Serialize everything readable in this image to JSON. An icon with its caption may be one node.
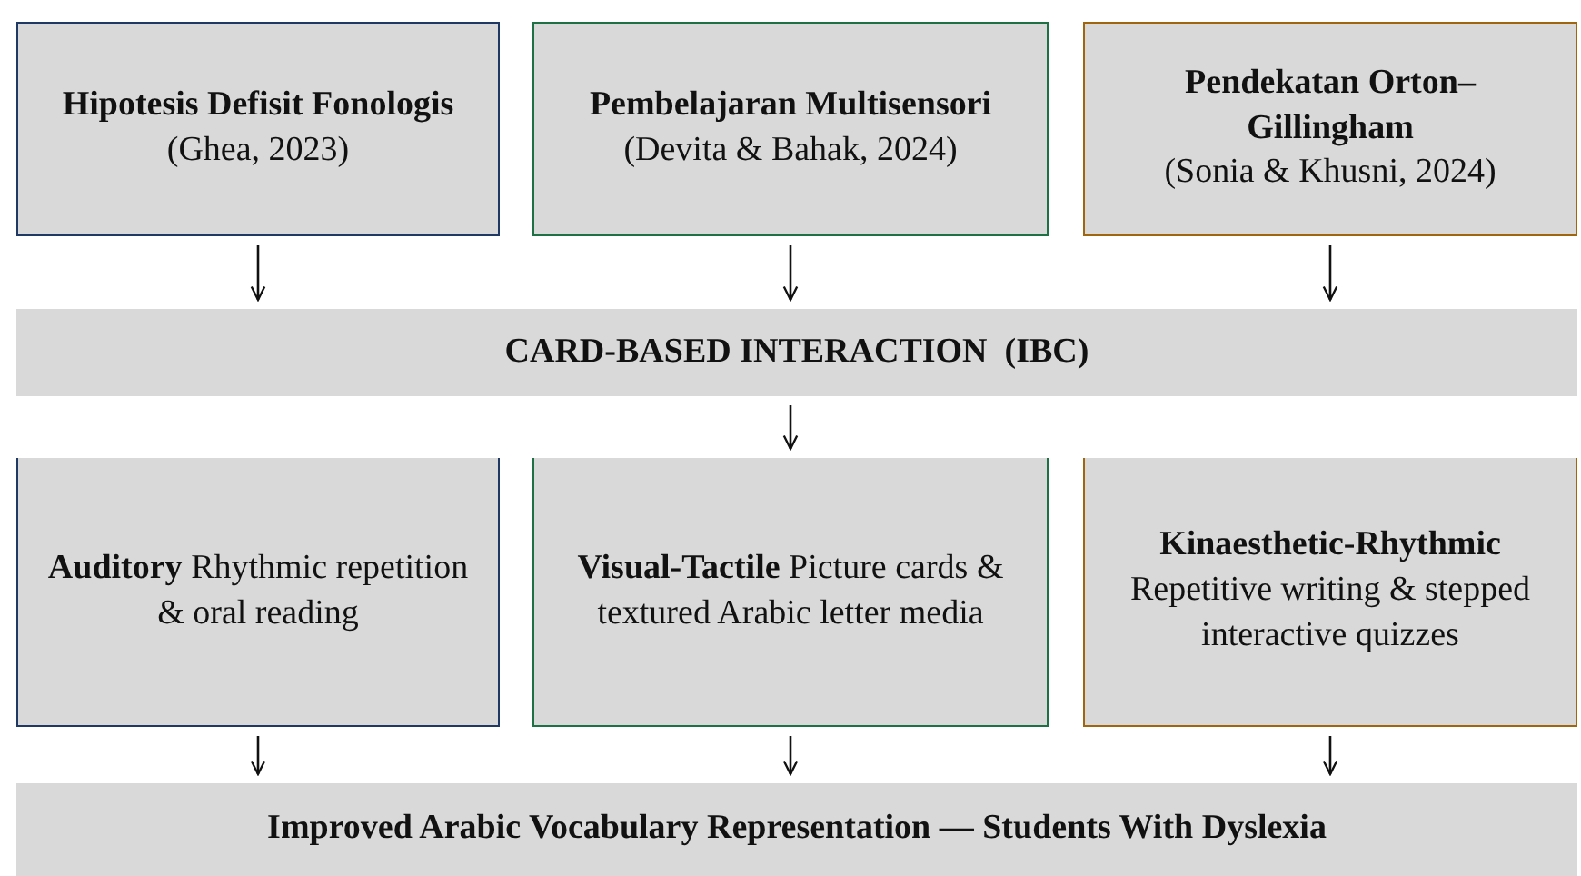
{
  "diagram": {
    "nodes": [
      {
        "text": [
          "Hipotesis Defisit Fonologis",
          "(Ghea, 2023)"
        ]
      },
      {
        "text": [
          "Pembelajaran Multisensori",
          "(Devita & Bahak, 2024)"
        ]
      },
      {
        "text": [
          "Pendekatan Orton–Gillingham",
          "(Sonia & Khusni, 2024)"
        ]
      },
      {
        "text": [
          "CARD-BASED INTERACTION  (IBC)"
        ]
      },
      {
        "text": [
          "**Auditory** Rhythmic repetition & oral reading"
        ]
      },
      {
        "text": [
          "**Visual-Tactile** Picture cards & textured Arabic letter media"
        ]
      },
      {
        "text": [
          "**Kinaesthetic-Rhythmic** Repetitive writing & stepped interactive quizzes"
        ]
      },
      {
        "text": [
          "Improved Arabic Vocabulary Representation — Students With Dyslexia"
        ]
      }
    ],
    "edges": [
      {
        "from": 0,
        "to": 3,
        "arrow": "to"
      },
      {
        "from": 1,
        "to": 3,
        "arrow": "to"
      },
      {
        "from": 2,
        "to": 3,
        "arrow": "to"
      },
      {
        "from": 3,
        "to": 5,
        "arrow": "to"
      },
      {
        "from": 4,
        "to": 7,
        "arrow": "to"
      },
      {
        "from": 5,
        "to": 7,
        "arrow": "to"
      },
      {
        "from": 6,
        "to": 7,
        "arrow": "to"
      }
    ]
  }
}
